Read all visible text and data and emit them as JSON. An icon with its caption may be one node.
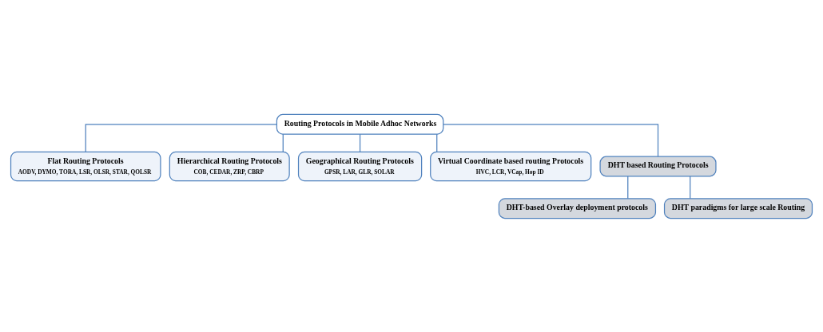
{
  "diagram": {
    "nodes": [
      {
        "text": [
          "Routing Protocols in Mobile Adhoc Networks"
        ]
      },
      {
        "text": [
          "Flat Routing Protocols",
          "AODV, DYMO, TORA, LSR, OLSR, STAR, QOLSR"
        ]
      },
      {
        "text": [
          "Hierarchical Routing Protocols",
          "COB, CEDAR, ZRP, CBRP"
        ]
      },
      {
        "text": [
          "Geographical Routing Protocols",
          "GPSR, LAR, GLR, SOLAR"
        ]
      },
      {
        "text": [
          "Virtual Coordinate based routing Protocols",
          "HVC, LCR, VCap, Hop ID"
        ]
      },
      {
        "text": [
          "DHT based Routing Protocols"
        ]
      },
      {
        "text": [
          "DHT-based Overlay deployment protocols"
        ]
      },
      {
        "text": [
          "DHT paradigms for large scale Routing"
        ]
      }
    ],
    "edges": [
      {
        "from": 0,
        "to": 1,
        "arrow": "none"
      },
      {
        "from": 0,
        "to": 2,
        "arrow": "none"
      },
      {
        "from": 0,
        "to": 3,
        "arrow": "none"
      },
      {
        "from": 0,
        "to": 4,
        "arrow": "none"
      },
      {
        "from": 0,
        "to": 5,
        "arrow": "none"
      },
      {
        "from": 5,
        "to": 6,
        "arrow": "none"
      },
      {
        "from": 5,
        "to": 7,
        "arrow": "none"
      }
    ]
  }
}
